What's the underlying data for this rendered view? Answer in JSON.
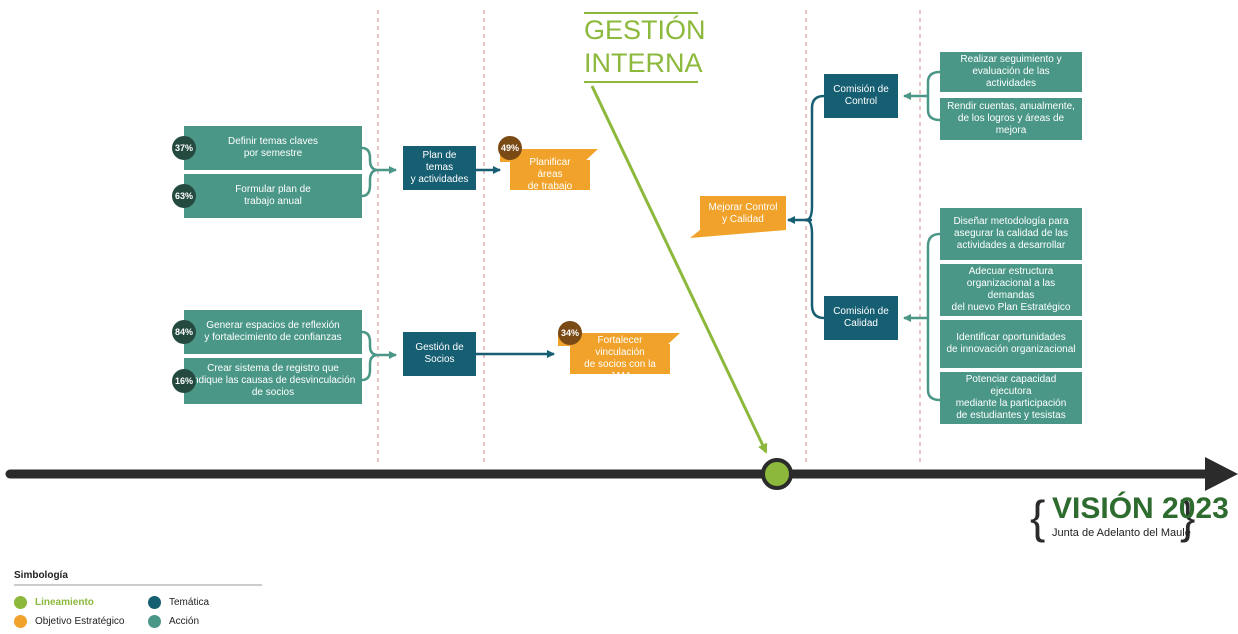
{
  "title": {
    "line1": "GESTIÓN",
    "line2": "INTERNA"
  },
  "colors": {
    "accion": "#4a9787",
    "tematica": "#165e72",
    "objetivo": "#f0a22a",
    "lineamiento": "#8cb83c",
    "timeline": "#2b2b2b"
  },
  "left": {
    "acciones": [
      {
        "pct": "37%",
        "text": "Definir temas claves\npor semestre"
      },
      {
        "pct": "63%",
        "text": "Formular plan de\ntrabajo anual"
      },
      {
        "pct": "84%",
        "text": "Generar espacios de reflexión\ny fortalecimiento de confianzas"
      },
      {
        "pct": "16%",
        "text": "Crear sistema de registro que\nindique las causas de desvinculación\nde socios"
      }
    ],
    "tematicas": [
      {
        "text": "Plan de temas\ny actividades"
      },
      {
        "text": "Gestión de\nSocios"
      }
    ],
    "objetivos": [
      {
        "pct": "49%",
        "text": "Planificar áreas\nde trabajo"
      },
      {
        "pct": "34%",
        "text": "Fortalecer vinculación\nde socios con la JAM"
      }
    ]
  },
  "right": {
    "objetivo": {
      "text": "Mejorar Control\ny Calidad"
    },
    "tematicas": [
      {
        "text": "Comisión de\nControl"
      },
      {
        "text": "Comisión de\nCalidad"
      }
    ],
    "acciones": [
      {
        "text": "Realizar seguimiento y\nevaluación de las actividades"
      },
      {
        "text": "Rendir cuentas, anualmente,\nde los logros y áreas de mejora"
      },
      {
        "text": "Diseñar metodología para\nasegurar la calidad de las\nactividades a desarrollar"
      },
      {
        "text": "Adecuar estructura\norganizacional a las demandas\ndel nuevo Plan Estratégico"
      },
      {
        "text": "Identificar oportunidades\nde innovación organizacional"
      },
      {
        "text": "Potenciar capacidad ejecutora\nmediante la participación\nde estudiantes y tesistas"
      }
    ]
  },
  "vision": {
    "main": "VISIÓN 2023",
    "sub": "Junta de Adelanto del Maule"
  },
  "legend": {
    "title": "Simbología",
    "items": [
      {
        "label": "Lineamiento",
        "color": "#8cb83c"
      },
      {
        "label": "Objetivo Estratégico",
        "color": "#f0a22a"
      },
      {
        "label": "Temática",
        "color": "#165e72"
      },
      {
        "label": "Acción",
        "color": "#4a9787"
      }
    ]
  }
}
